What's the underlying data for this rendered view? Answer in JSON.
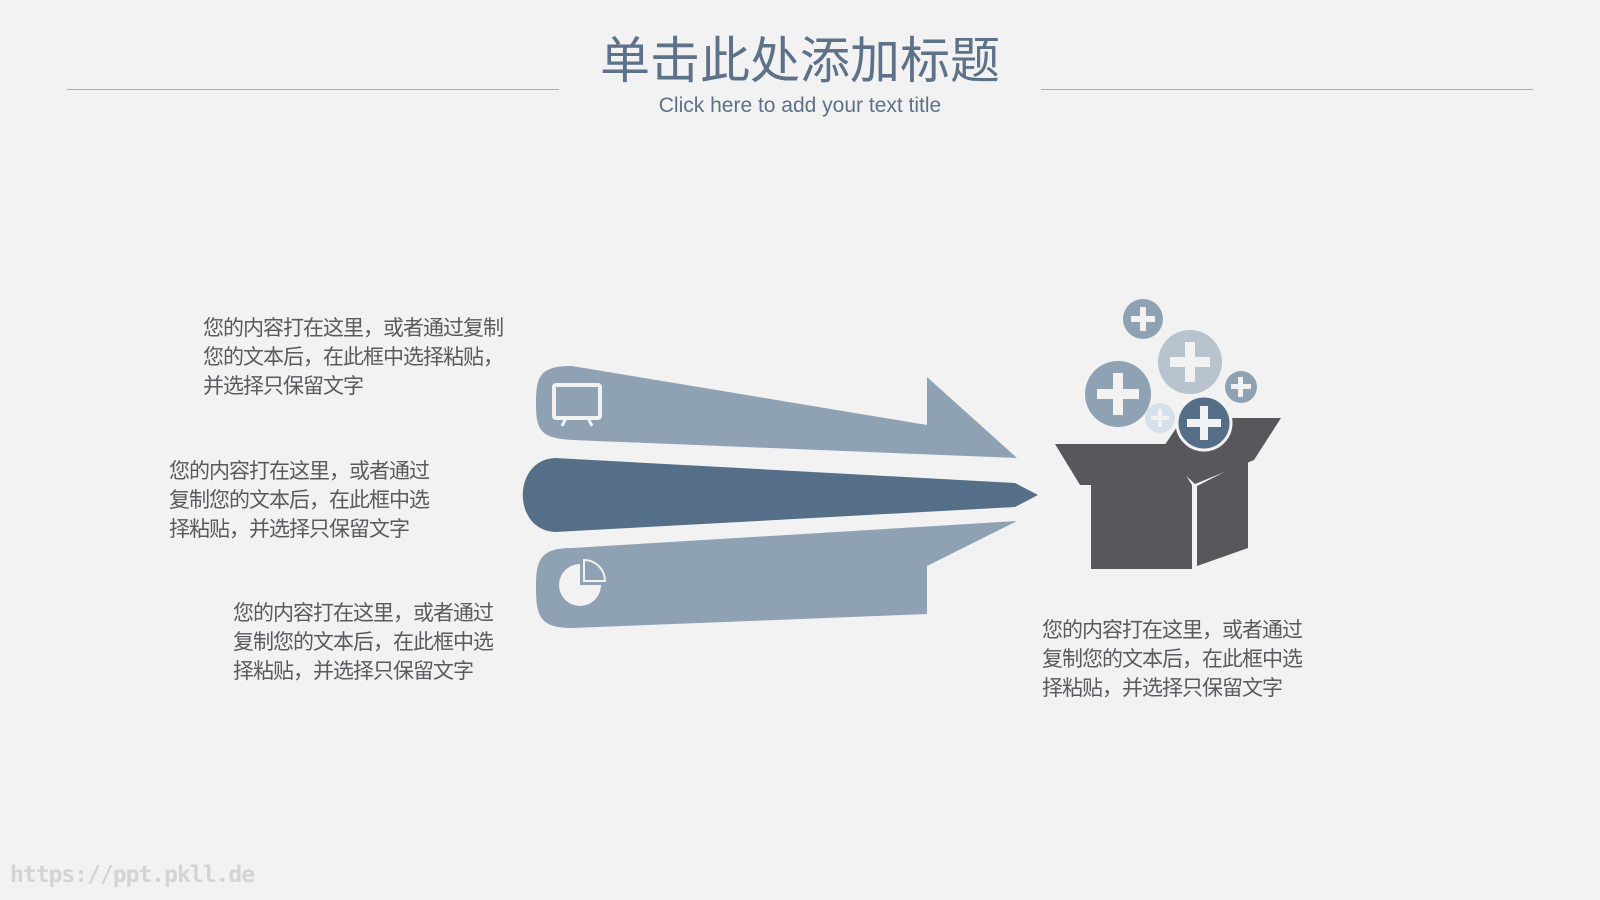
{
  "header": {
    "title": "单击此处添加标题",
    "subtitle": "Click here to add your text title"
  },
  "blocks": [
    {
      "text": "您的内容打在这里，或者通过复制您的文本后，在此框中选择粘贴，并选择只保留文字"
    },
    {
      "text": "您的内容打在这里，或者通过复制您的文本后，在此框中选择粘贴，并选择只保留文字"
    },
    {
      "text": "您的内容打在这里，或者通过复制您的文本后，在此框中选择粘贴，并选择只保留文字"
    },
    {
      "text": "您的内容打在这里，或者通过复制您的文本后，在此框中选择粘贴，并选择只保留文字"
    }
  ],
  "icons": {
    "top_arrow": "presentation-board-icon",
    "bottom_arrow": "pie-chart-icon",
    "right_graphic": "open-box-icon",
    "bubbles": "plus-icon"
  },
  "colors": {
    "light_arrow": "#8fa2b4",
    "dark_arrow": "#566f89",
    "box": "#58585c",
    "title": "#5d7189"
  },
  "watermark": "https://ppt.pkll.de"
}
